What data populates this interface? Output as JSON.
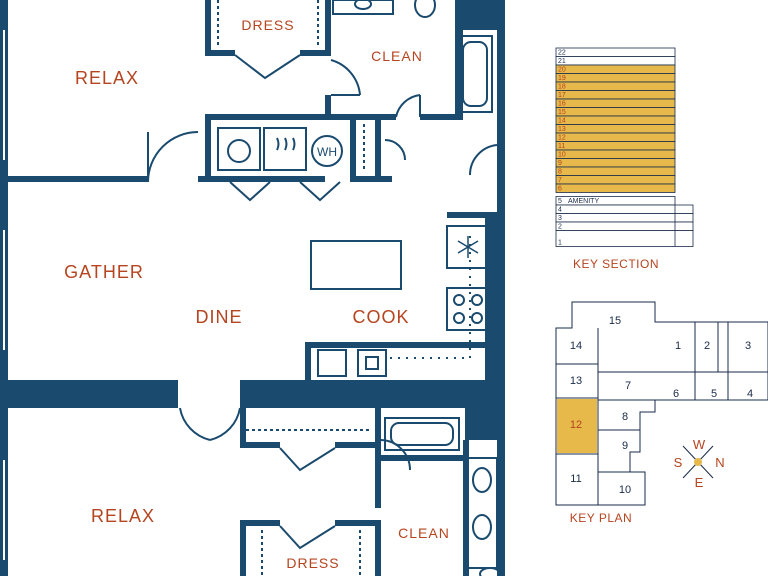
{
  "colors": {
    "wall": "#1a4a6e",
    "label": "#b5441f",
    "highlight": "#e6b94a",
    "line": "#1a2b4a"
  },
  "rooms": {
    "relax_top": "RELAX",
    "dress_top": "DRESS",
    "clean_top": "CLEAN",
    "gather": "GATHER",
    "dine": "DINE",
    "cook": "COOK",
    "relax_bottom": "RELAX",
    "clean_bottom": "CLEAN",
    "dress_bottom": "DRESS",
    "water_heater": "WH"
  },
  "key_section": {
    "caption": "KEY SECTION",
    "floors": [
      "22",
      "21",
      "20",
      "19",
      "18",
      "17",
      "16",
      "15",
      "14",
      "13",
      "12",
      "11",
      "10",
      "9",
      "8",
      "7",
      "6",
      "5",
      "4",
      "3",
      "2",
      "1"
    ],
    "highlighted_floors": [
      "20",
      "19",
      "18",
      "17",
      "16",
      "15",
      "14",
      "13",
      "12",
      "11",
      "10",
      "9",
      "8",
      "7",
      "6"
    ],
    "amenity_label": "AMENITY"
  },
  "key_plan": {
    "caption": "KEY PLAN",
    "units": [
      "1",
      "2",
      "3",
      "4",
      "5",
      "6",
      "7",
      "8",
      "9",
      "10",
      "11",
      "12",
      "13",
      "14",
      "15"
    ],
    "highlighted_unit": "12"
  },
  "compass": {
    "north": "N",
    "south": "S",
    "east": "E",
    "west": "W"
  }
}
